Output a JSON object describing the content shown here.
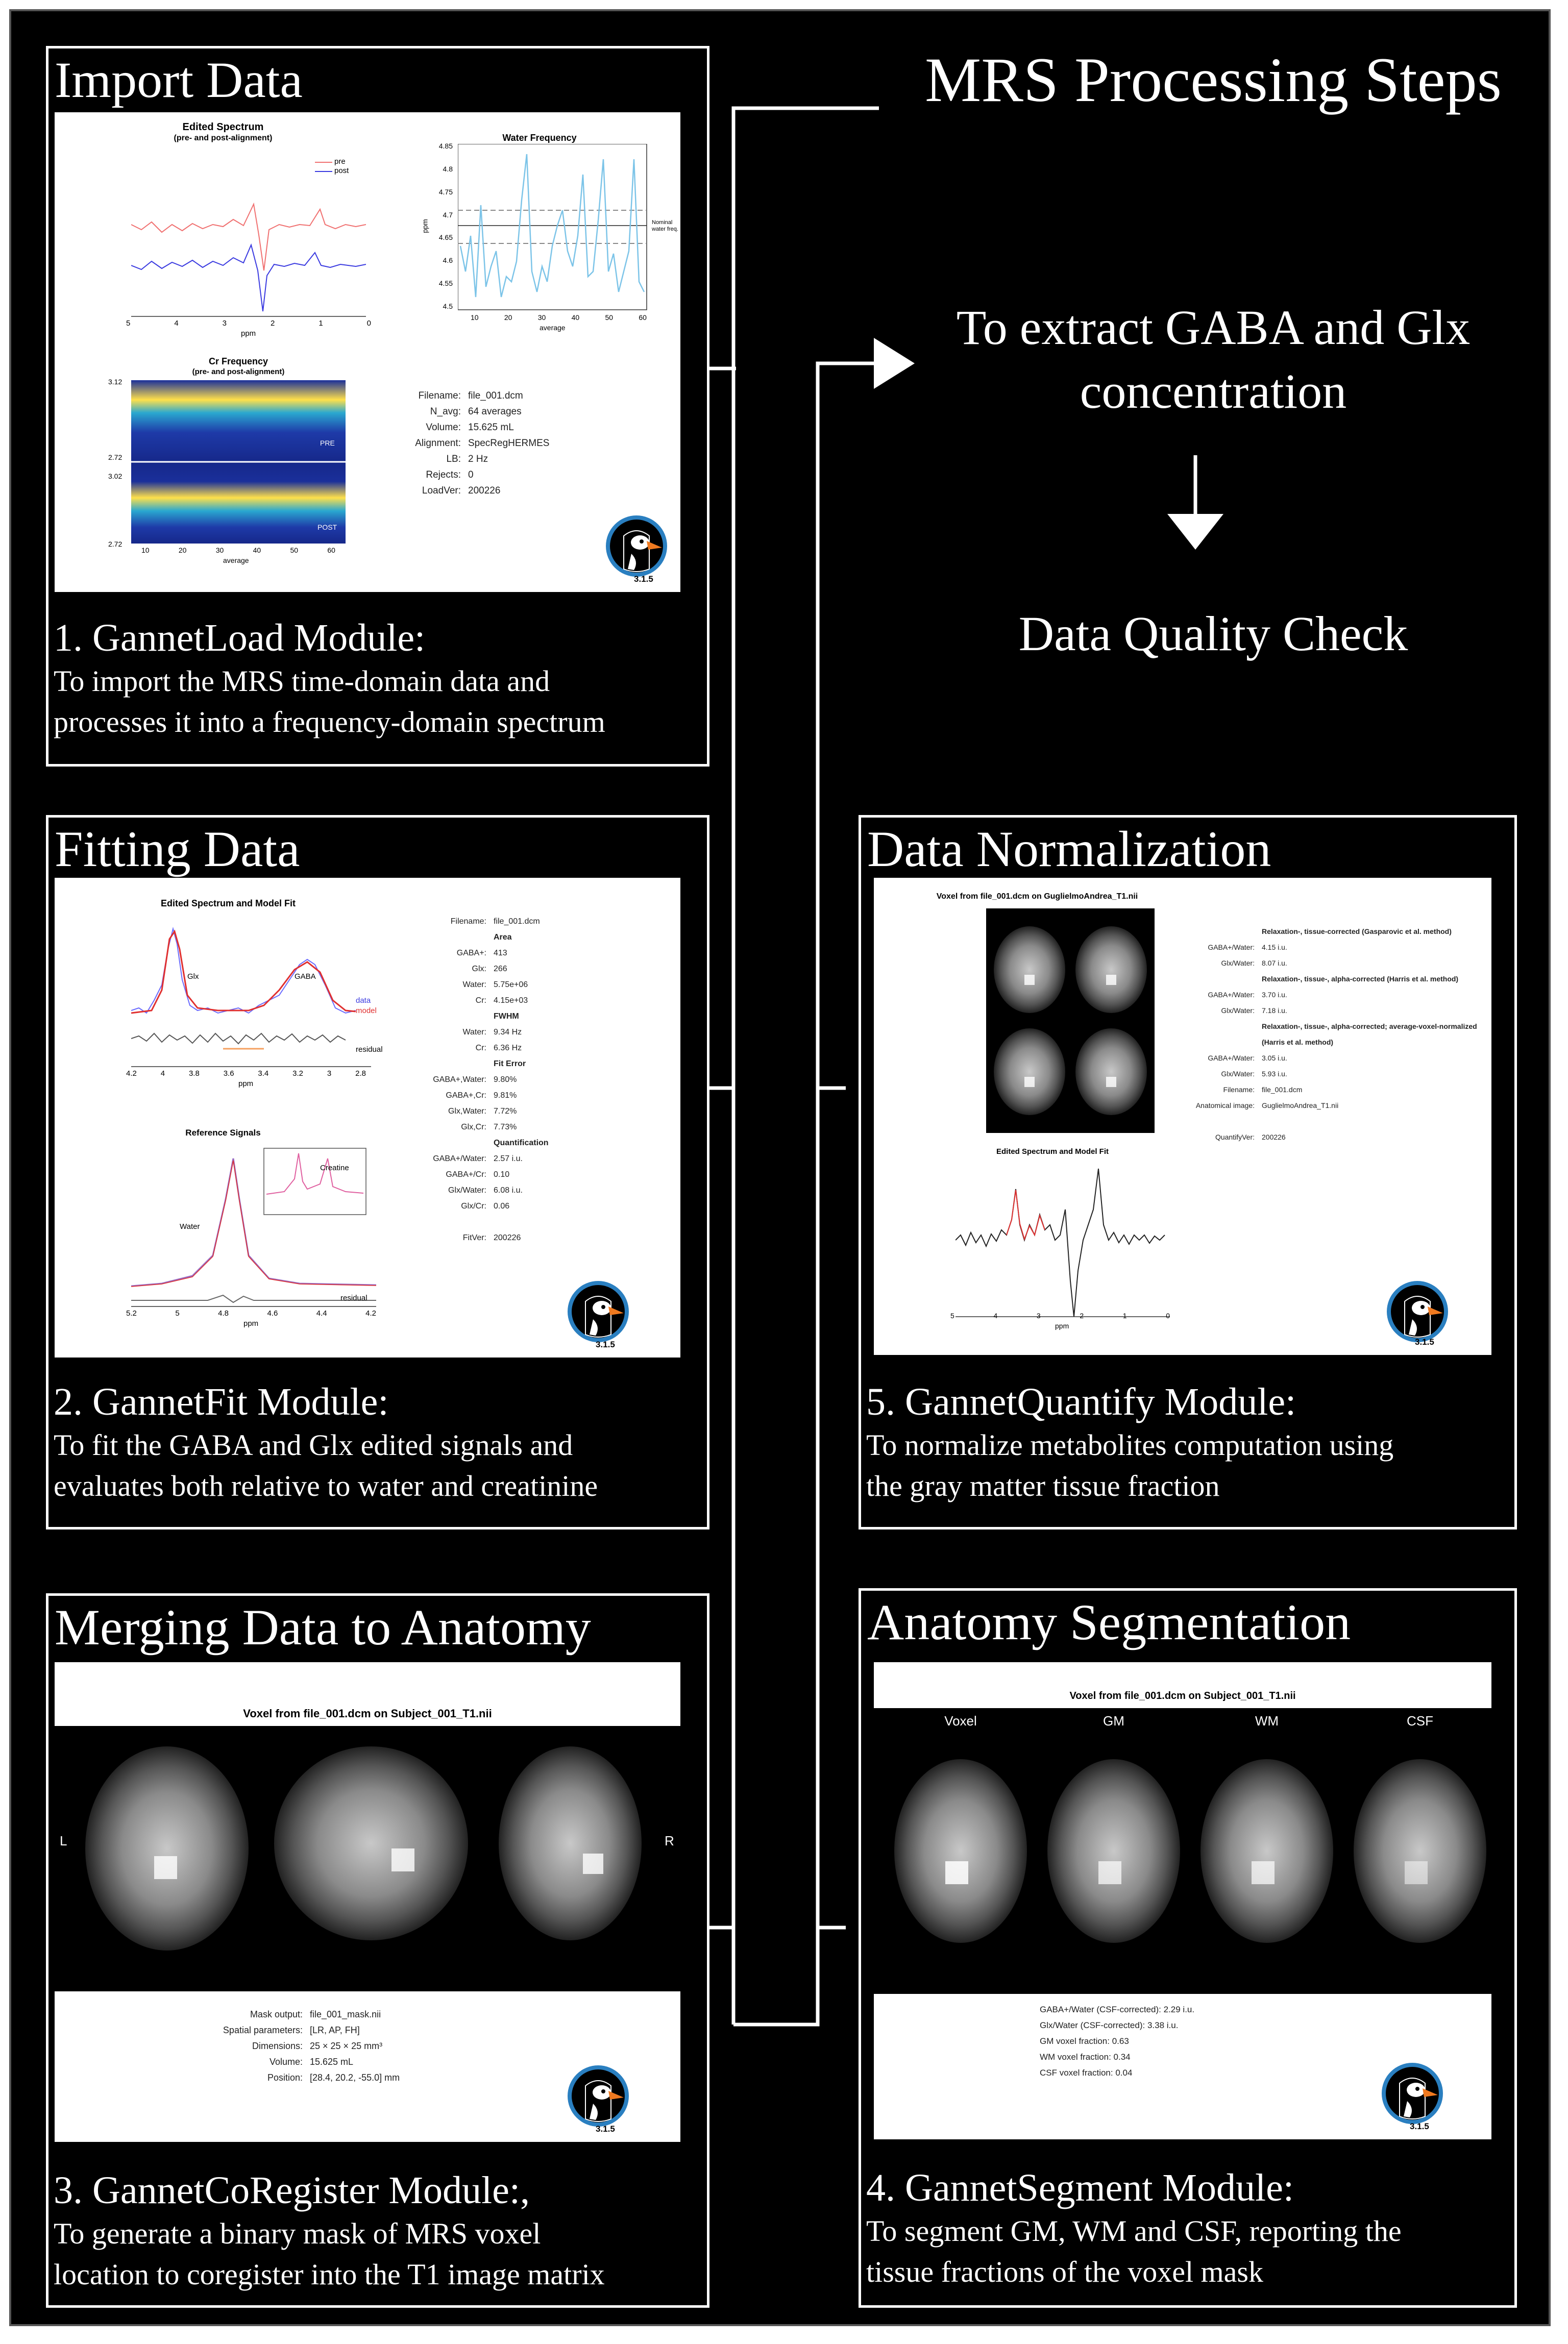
{
  "header": {
    "title": "MRS Processing Steps"
  },
  "flow": {
    "goal_line1": "To extract GABA and Glx",
    "goal_line2": "concentration",
    "check": "Data Quality Check"
  },
  "colors": {
    "background": "#000000",
    "panel_border": "#ffffff",
    "pre_series": "#f07070",
    "post_series": "#3a3ae0",
    "water_series": "#7cc4e8",
    "model_series": "#e03030"
  },
  "gannet_version": "3.1.5",
  "icons": [
    "gannet-puffin-logo",
    "arrow-right-icon",
    "arrow-down-icon"
  ],
  "panels": {
    "import": {
      "title": "Import Data",
      "step": "1.  GannetLoad Module:",
      "desc1": "To import the MRS time-domain data and",
      "desc2": "processes it into a frequency-domain spectrum",
      "edited_title": "Edited Spectrum",
      "edited_subtitle": "(pre- and post-alignment)",
      "legend_pre": "pre",
      "legend_post": "post",
      "ppm_label": "ppm",
      "ppm_ticks": [
        "5",
        "4",
        "3",
        "2",
        "1",
        "0"
      ],
      "water_title": "Water Frequency",
      "water_ylabel": "ppm",
      "water_xlabel": "average",
      "water_yticks": [
        "4.85",
        "4.8",
        "4.75",
        "4.7",
        "4.65",
        "4.6",
        "4.55",
        "4.5"
      ],
      "water_xticks": [
        "10",
        "20",
        "30",
        "40",
        "50",
        "60"
      ],
      "nominal": "Nominal water freq.",
      "cr_title": "Cr Frequency",
      "cr_subtitle": "(pre- and post-alignment)",
      "cr_yticks": [
        "3.12",
        "2.72",
        "3.02",
        "2.72"
      ],
      "cr_xticks": [
        "10",
        "20",
        "30",
        "40",
        "50",
        "60"
      ],
      "cr_xlabel": "average",
      "cr_pre": "PRE",
      "cr_post": "POST",
      "info": [
        {
          "k": "Filename:",
          "v": "file_001.dcm"
        },
        {
          "k": "N_avg:",
          "v": "64 averages"
        },
        {
          "k": "Volume:",
          "v": "15.625 mL"
        },
        {
          "k": "Alignment:",
          "v": "SpecRegHERMES"
        },
        {
          "k": "LB:",
          "v": "2 Hz"
        },
        {
          "k": "Rejects:",
          "v": "0"
        },
        {
          "k": "LoadVer:",
          "v": "200226"
        }
      ]
    },
    "fit": {
      "title": "Fitting Data",
      "step": "2. GannetFit Module:",
      "desc1": "To fit the GABA and Glx edited signals and",
      "desc2": "evaluates both relative to water and creatinine",
      "fit_title": "Edited Spectrum and Model Fit",
      "glx": "Glx",
      "gaba": "GABA",
      "data": "data",
      "model": "model",
      "residual": "residual",
      "fit_ticks": [
        "4.2",
        "4",
        "3.8",
        "3.6",
        "3.4",
        "3.2",
        "3",
        "2.8"
      ],
      "ppm_label": "ppm",
      "ref_title": "Reference Signals",
      "water": "Water",
      "creatine": "Creatine",
      "ref_ticks": [
        "5.2",
        "5",
        "4.8",
        "4.6",
        "4.4",
        "4.2"
      ],
      "ref_residual": "residual",
      "info": [
        {
          "k": "Filename:",
          "v": "file_001.dcm"
        },
        {
          "k": "",
          "v": "Area",
          "h": true
        },
        {
          "k": "GABA+:",
          "v": "413"
        },
        {
          "k": "Glx:",
          "v": "266"
        },
        {
          "k": "Water:",
          "v": "5.75e+06"
        },
        {
          "k": "Cr:",
          "v": "4.15e+03"
        },
        {
          "k": "",
          "v": "FWHM",
          "h": true
        },
        {
          "k": "Water:",
          "v": "9.34 Hz"
        },
        {
          "k": "Cr:",
          "v": "6.36 Hz"
        },
        {
          "k": "",
          "v": "Fit Error",
          "h": true
        },
        {
          "k": "GABA+,Water:",
          "v": "9.80%"
        },
        {
          "k": "GABA+,Cr:",
          "v": "9.81%"
        },
        {
          "k": "Glx,Water:",
          "v": "7.72%"
        },
        {
          "k": "Glx,Cr:",
          "v": "7.73%"
        },
        {
          "k": "",
          "v": "Quantification",
          "h": true
        },
        {
          "k": "GABA+/Water:",
          "v": "2.57 i.u."
        },
        {
          "k": "GABA+/Cr:",
          "v": "0.10"
        },
        {
          "k": "Glx/Water:",
          "v": "6.08 i.u."
        },
        {
          "k": "Glx/Cr:",
          "v": "0.06"
        },
        {
          "k": "",
          "v": ""
        },
        {
          "k": "FitVer:",
          "v": "200226"
        }
      ]
    },
    "coreg": {
      "title": "Merging Data to Anatomy",
      "step": "3. GannetCoRegister Module:,",
      "desc1": "To generate a binary mask of MRS voxel",
      "desc2": "location to coregister into the T1 image matrix",
      "voxel_title": "Voxel from file_001.dcm on Subject_001_T1.nii",
      "left": "L",
      "right": "R",
      "info": [
        {
          "k": "Mask output:",
          "v": "file_001_mask.nii"
        },
        {
          "k": "Spatial parameters:",
          "v": "[LR, AP, FH]"
        },
        {
          "k": "Dimensions:",
          "v": "25 × 25 × 25 mm³"
        },
        {
          "k": "Volume:",
          "v": "15.625 mL"
        },
        {
          "k": "Position:",
          "v": "[28.4, 20.2, -55.0] mm"
        }
      ]
    },
    "norm": {
      "title": "Data Normalization",
      "step": "5. GannetQuantify Module:",
      "desc1": "To normalize metabolites computation using",
      "desc2": "the gray matter tissue fraction",
      "voxel_title": "Voxel from file_001.dcm on GuglielmoAndrea_T1.nii",
      "fit_title": "Edited Spectrum and Model Fit",
      "ticks": [
        "5",
        "4",
        "3",
        "2",
        "1",
        "0"
      ],
      "ppm_label": "ppm",
      "info": [
        {
          "k": "",
          "v": "Relaxation-, tissue-corrected (Gasparovic et al. method)",
          "h": true
        },
        {
          "k": "GABA+/Water:",
          "v": "4.15 i.u."
        },
        {
          "k": "Glx/Water:",
          "v": "8.07 i.u."
        },
        {
          "k": "",
          "v": "Relaxation-, tissue-, alpha-corrected (Harris et al. method)",
          "h": true
        },
        {
          "k": "GABA+/Water:",
          "v": "3.70 i.u."
        },
        {
          "k": "Glx/Water:",
          "v": "7.18 i.u."
        },
        {
          "k": "",
          "v": "Relaxation-, tissue-, alpha-corrected; average-voxel-normalized",
          "h": true
        },
        {
          "k": "",
          "v": "(Harris et al. method)",
          "h": true
        },
        {
          "k": "GABA+/Water:",
          "v": "3.05 i.u."
        },
        {
          "k": "Glx/Water:",
          "v": "5.93 i.u."
        },
        {
          "k": "Filename:",
          "v": "file_001.dcm"
        },
        {
          "k": "Anatomical image:",
          "v": "GuglielmoAndrea_T1.nii"
        },
        {
          "k": "",
          "v": ""
        },
        {
          "k": "QuantifyVer:",
          "v": "200226"
        }
      ]
    },
    "seg": {
      "title": "Anatomy Segmentation",
      "step": "4. GannetSegment Module:",
      "desc1": "To segment GM, WM and CSF, reporting the",
      "desc2": " tissue fractions of the voxel mask",
      "voxel_title": "Voxel from file_001.dcm on Subject_001_T1.nii",
      "labels": [
        "Voxel",
        "GM",
        "WM",
        "CSF"
      ],
      "info": [
        {
          "v": "GABA+/Water (CSF-corrected): 2.29 i.u."
        },
        {
          "v": "Glx/Water (CSF-corrected): 3.38 i.u."
        },
        {
          "v": "GM voxel fraction: 0.63"
        },
        {
          "v": "WM voxel fraction: 0.34"
        },
        {
          "v": "CSF voxel fraction: 0.04"
        }
      ]
    }
  }
}
